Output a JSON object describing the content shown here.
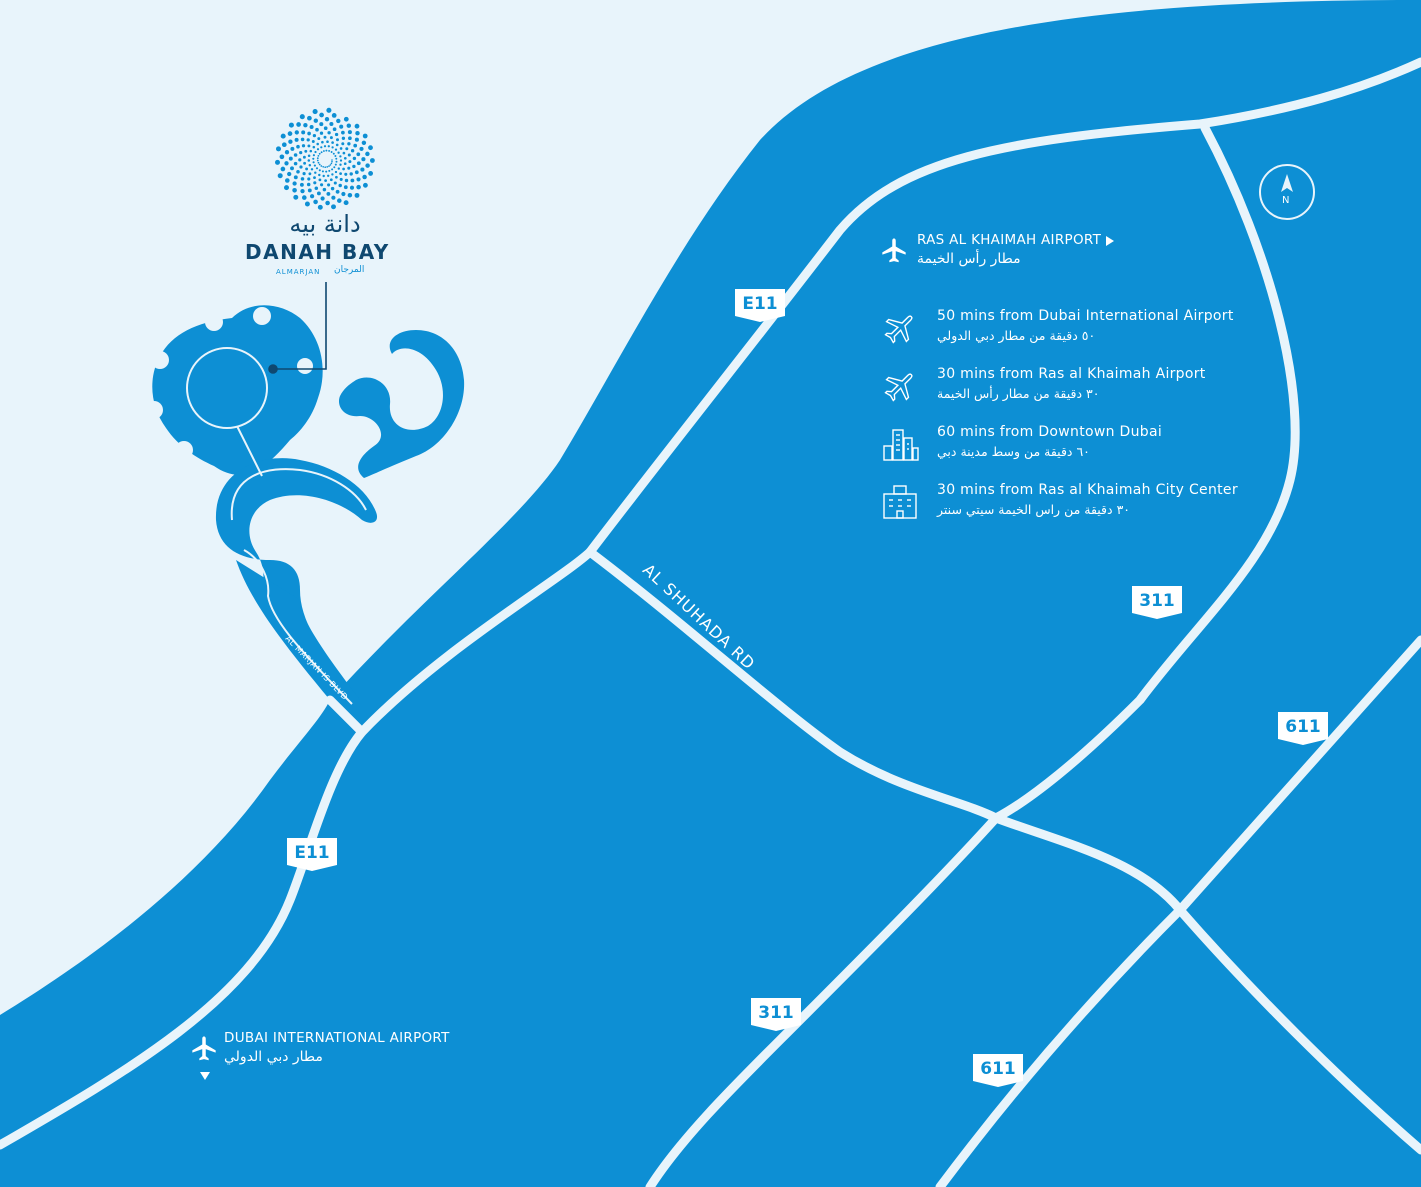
{
  "brand": {
    "arabic_name": "دانة بيه",
    "name": "DANAH BAY",
    "sub_latin": "ALMARJAN",
    "sub_arabic": "المرجان"
  },
  "compass": {
    "label": "N"
  },
  "airports": {
    "rak": {
      "en": "RAS AL KHAIMAH AIRPORT",
      "ar": "مطار رأس الخيمة"
    },
    "dxb": {
      "en": "DUBAI INTERNATIONAL AIRPORT",
      "ar": "مطار دبي الدولي"
    }
  },
  "distances": [
    {
      "icon": "plane-icon",
      "en": "50 mins from Dubai International Airport",
      "ar": "٥٠ دقيقة من مطار دبي الدولي"
    },
    {
      "icon": "plane-icon",
      "en": "30 mins from Ras al Khaimah Airport",
      "ar": "٣٠ دقيقة من مطار رأس الخيمة"
    },
    {
      "icon": "city-icon",
      "en": "60 mins from Downtown Dubai",
      "ar": "٦٠ دقيقة من وسط مدينة دبي"
    },
    {
      "icon": "building-icon",
      "en": "30 mins from Ras al Khaimah City Center",
      "ar": "٣٠ دقيقة من راس الخيمة سيتي سنتر"
    }
  ],
  "roads": {
    "shuhada": "AL SHUHADA RD",
    "marjan": "AL MARJAN IS BLVD"
  },
  "shields": {
    "e11_top": "E11",
    "e11_bottom": "E11",
    "r311_top": "311",
    "r311_bottom": "311",
    "r611_top": "611",
    "r611_bottom": "611"
  },
  "colors": {
    "sea": "#e8f4fb",
    "land": "#0d8fd4",
    "road": "#e8f4fb",
    "text": "#ffffff",
    "logo": "#0d8fd4"
  }
}
